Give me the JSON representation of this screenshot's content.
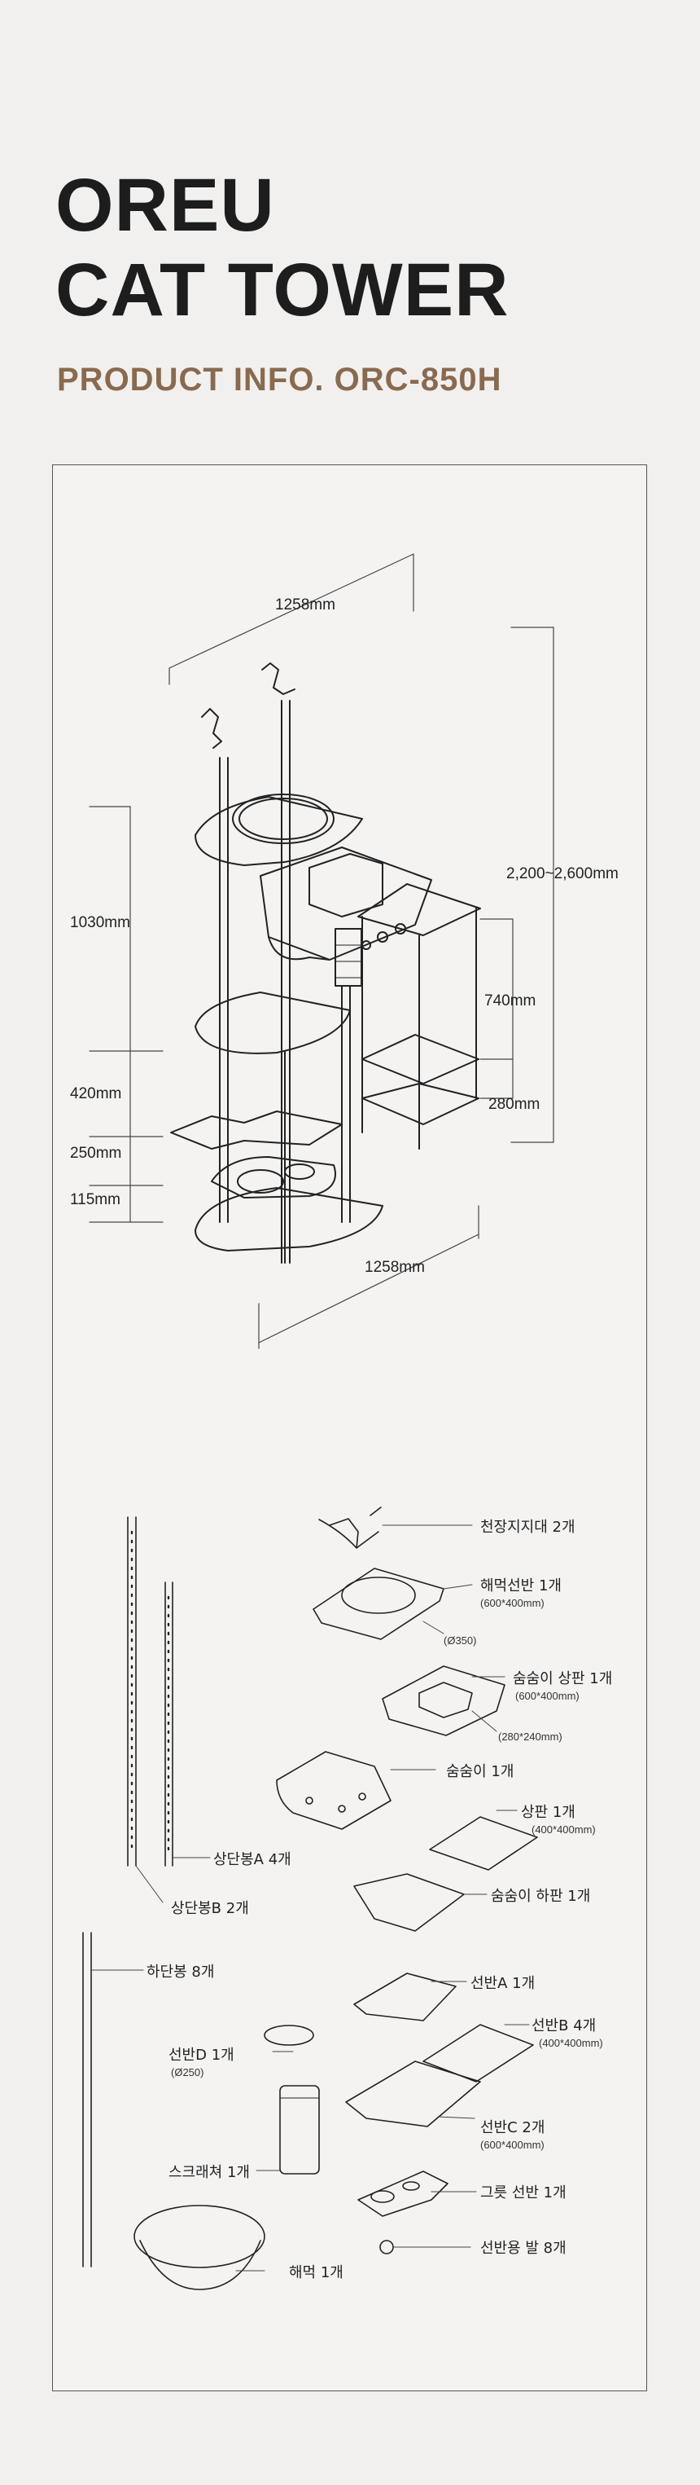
{
  "header": {
    "title_line1": "OREU",
    "title_line2": "CAT TOWER",
    "subtitle": "PRODUCT INFO.  ORC-850H"
  },
  "dimensions": {
    "top_width": "1258mm",
    "bottom_width": "1258mm",
    "total_height": "2,200~2,600mm",
    "h_1030": "1030mm",
    "h_420": "420mm",
    "h_250": "250mm",
    "h_115": "115mm",
    "h_740": "740mm",
    "h_280": "280mm"
  },
  "parts": [
    {
      "label": "천장지지대 2개",
      "note": ""
    },
    {
      "label": "해먹선반 1개",
      "note": "(600*400mm)"
    },
    {
      "label": "(Ø350)",
      "note": ""
    },
    {
      "label": "숨숨이 상판 1개",
      "note": "(600*400mm)"
    },
    {
      "label": "(280*240mm)",
      "note": ""
    },
    {
      "label": "숨숨이 1개",
      "note": ""
    },
    {
      "label": "상판 1개",
      "note": "(400*400mm)"
    },
    {
      "label": "숨숨이 하판 1개",
      "note": ""
    },
    {
      "label": "상단봉A 4개",
      "note": ""
    },
    {
      "label": "상단봉B 2개",
      "note": ""
    },
    {
      "label": "하단봉 8개",
      "note": ""
    },
    {
      "label": "선반A 1개",
      "note": ""
    },
    {
      "label": "선반B 4개",
      "note": "(400*400mm)"
    },
    {
      "label": "선반D 1개",
      "note": "(Ø250)"
    },
    {
      "label": "선반C 2개",
      "note": "(600*400mm)"
    },
    {
      "label": "스크래쳐 1개",
      "note": ""
    },
    {
      "label": "그릇 선반 1개",
      "note": ""
    },
    {
      "label": "해먹 1개",
      "note": ""
    },
    {
      "label": "선반용 발 8개",
      "note": ""
    }
  ]
}
